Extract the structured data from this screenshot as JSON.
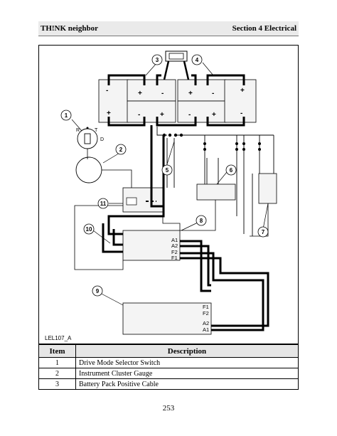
{
  "header": {
    "title_left": "TH!NK neighbor",
    "title_right": "Section 4  Electrical"
  },
  "diagram": {
    "figure_id": "LEL107_A",
    "callouts": [
      "1",
      "2",
      "3",
      "4",
      "5",
      "6",
      "7",
      "8",
      "9",
      "10",
      "11"
    ],
    "selector_positions": [
      "R",
      "T",
      "D"
    ],
    "battery_signs": {
      "plus": "+",
      "minus": "-"
    },
    "controller_pins": [
      "A1",
      "A2",
      "F2",
      "F1"
    ],
    "motor_pins": [
      "F1",
      "F2",
      "A2",
      "A1"
    ]
  },
  "table": {
    "headers": [
      "Item",
      "Description"
    ],
    "rows": [
      {
        "item": "1",
        "description": "Drive Mode Selector Switch"
      },
      {
        "item": "2",
        "description": "Instrument Cluster Gauge"
      },
      {
        "item": "3",
        "description": "Battery Pack Positive Cable"
      }
    ]
  },
  "page_number": "253"
}
